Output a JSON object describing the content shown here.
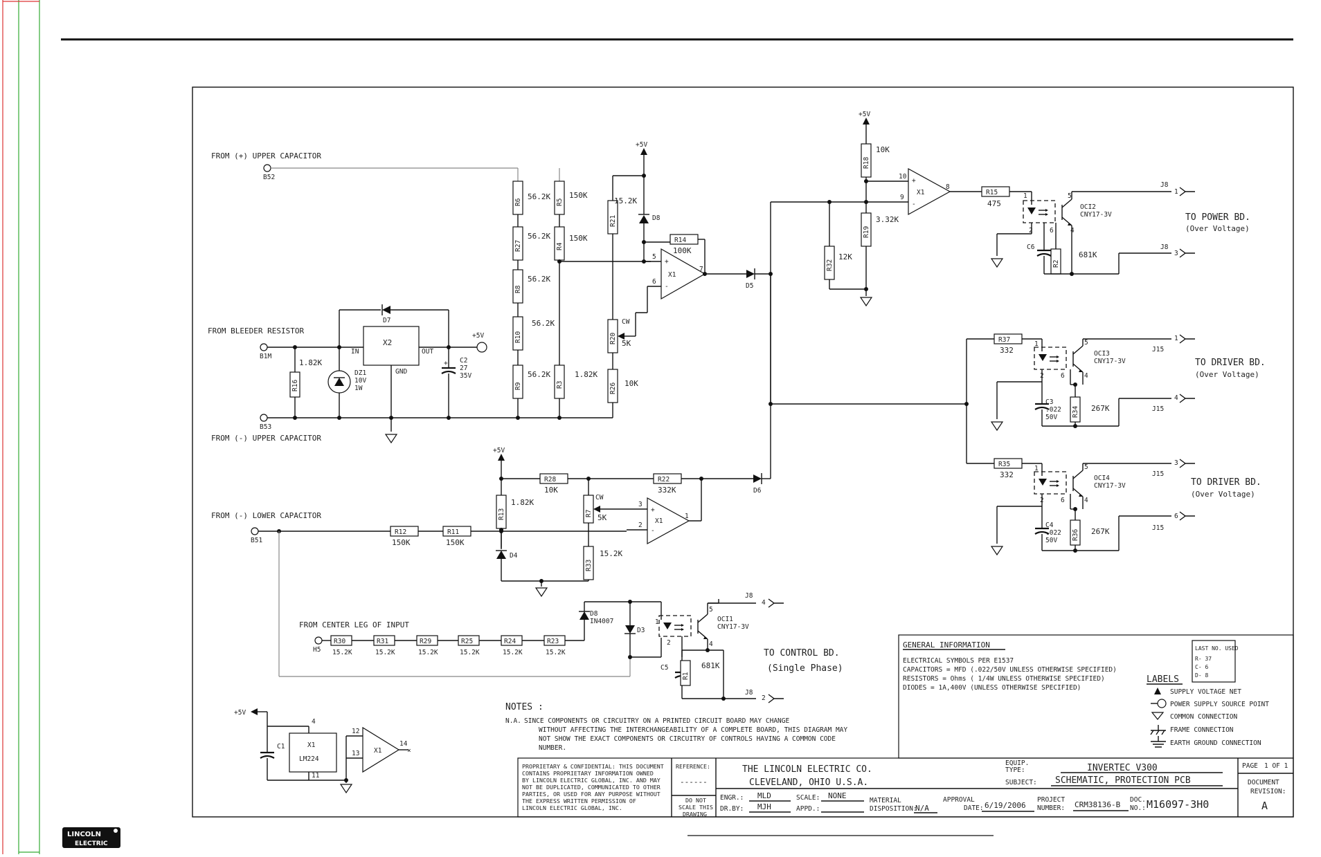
{
  "drawing": {
    "title_block": {
      "company": "THE LINCOLN ELECTRIC CO.",
      "location": "CLEVELAND, OHIO U.S.A.",
      "proprietary_lines": [
        "PROPRIETARY & CONFIDENTIAL: THIS DOCUMENT",
        "CONTAINS PROPRIETARY INFORMATION OWNED",
        "BY LINCOLN ELECTRIC GLOBAL, INC. AND MAY",
        "NOT BE DUPLICATED, COMMUNICATED TO OTHER",
        "PARTIES, OR USED FOR ANY PURPOSE WITHOUT",
        "THE EXPRESS WRITTEN PERMISSION OF",
        "LINCOLN ELECTRIC GLOBAL, INC."
      ],
      "reference_label": "REFERENCE:",
      "reference_value": "------",
      "noscale_lines": [
        "DO NOT",
        "SCALE THIS",
        "DRAWING"
      ],
      "engr_label": "ENGR.:",
      "engr_value": "MLD",
      "drby_label": "DR.BY:",
      "drby_value": "MJH",
      "scale_label": "SCALE:",
      "scale_value": "NONE",
      "appd_label": "APPD.:",
      "appd_value": "",
      "material_label_1": "MATERIAL",
      "material_label_2": "DISPOSITION:",
      "material_value": "N/A",
      "approval_label_1": "APPROVAL",
      "approval_label_2": "DATE:",
      "approval_value": "6/19/2006",
      "project_label_1": "PROJECT",
      "project_label_2": "NUMBER:",
      "project_value": "CRM38136-B",
      "doc_label_1": "DOC.",
      "doc_label_2": "NO.:",
      "doc_value": "M16097-3H0",
      "equip_label_1": "EQUIP.",
      "equip_label_2": "TYPE:",
      "equip_value": "INVERTEC V300",
      "subject_label": "SUBJECT:",
      "subject_value": "SCHEMATIC, PROTECTION PCB",
      "page_label": "PAGE",
      "page_value": "1 OF 1",
      "revision_label_1": "DOCUMENT",
      "revision_label_2": "REVISION:",
      "revision_value": "A"
    },
    "general_info": {
      "title": "GENERAL INFORMATION",
      "lines": [
        "ELECTRICAL SYMBOLS PER E1537",
        "CAPACITORS = MFD (.022/50V UNLESS OTHERWISE SPECIFIED)",
        "RESISTORS = Ohms ( 1/4W UNLESS OTHERWISE SPECIFIED)",
        "DIODES = 1A,400V (UNLESS OTHERWISE SPECIFIED)"
      ],
      "last_used_title": "LAST NO. USED",
      "last_used": [
        "R- 37",
        "C- 6",
        "D- 8"
      ],
      "labels_title": "LABELS",
      "legend": [
        "SUPPLY VOLTAGE NET",
        "POWER SUPPLY SOURCE POINT",
        "COMMON CONNECTION",
        "FRAME CONNECTION",
        "EARTH GROUND CONNECTION"
      ]
    },
    "notes": {
      "title": "NOTES :",
      "prefix": "N.A.",
      "lines": [
        "SINCE COMPONENTS OR CIRCUITRY ON A PRINTED CIRCUIT BOARD MAY CHANGE",
        "WITHOUT AFFECTING THE INTERCHANGEABILITY OF A COMPLETE BOARD, THIS DIAGRAM MAY",
        "NOT SHOW THE EXACT COMPONENTS OR CIRCUITRY OF CONTROLS HAVING A COMMON CODE",
        "NUMBER."
      ]
    },
    "inputs": {
      "upper_plus": "FROM (+) UPPER CAPACITOR",
      "upper_plus_pin": "B52",
      "bleeder": "FROM BLEEDER RESISTOR",
      "bleeder_pin": "B1M",
      "upper_minus": "FROM (-) UPPER CAPACITOR",
      "upper_minus_pin": "B53",
      "lower_minus": "FROM (-) LOWER CAPACITOR",
      "lower_minus_pin": "B51",
      "center_leg": "FROM CENTER LEG OF INPUT",
      "center_leg_pin": "H5"
    },
    "outputs": {
      "power_bd": "TO POWER BD.",
      "power_bd_sub": "(Over Voltage)",
      "driver_bd": "TO DRIVER BD.",
      "driver_bd_sub": "(Over Voltage)",
      "control_bd": "TO CONTROL BD.",
      "control_bd_sub": "(Single Phase)",
      "j8": "J8",
      "j15": "J15"
    },
    "supply": "+5V",
    "regulator": "X2",
    "reg_in": "IN",
    "reg_out": "OUT",
    "reg_gnd": "GND",
    "opamp": "X1",
    "opamp_part": "LM224",
    "logo_top": "LINCOLN",
    "logo_bottom": "ELECTRIC"
  }
}
